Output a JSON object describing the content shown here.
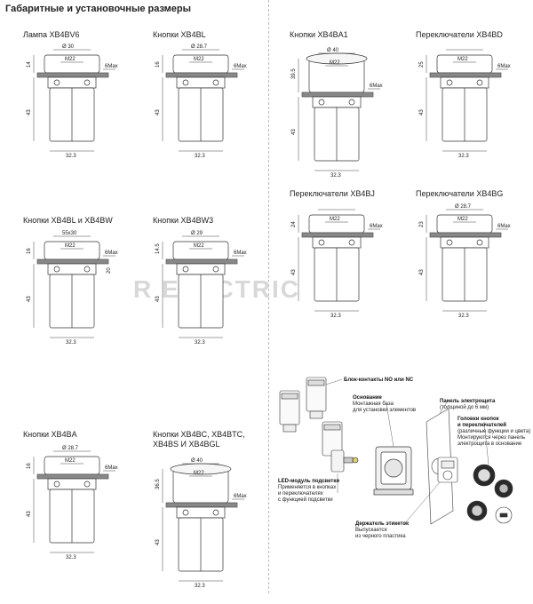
{
  "page_title": "Габаритные и установочные размеры",
  "watermark": "R   ELECTRIC",
  "common": {
    "m22": "M22",
    "max": "6Max",
    "h43": "43",
    "w323": "32.3"
  },
  "panels": [
    {
      "id": "p1",
      "title": "Лампа XB4BV6",
      "dia": "Ø 30",
      "h": "14"
    },
    {
      "id": "p2",
      "title": "Кнопки XB4BL",
      "dia": "Ø 28.7",
      "h": "16"
    },
    {
      "id": "p3",
      "title": "Кнопки XB4BA1",
      "dia": "Ø 40",
      "h": "39.5"
    },
    {
      "id": "p4",
      "title": "Переключатели XB4BD",
      "dia": "",
      "h": "25"
    },
    {
      "id": "p5",
      "title": "Кнопки XB4BL и XB4BW",
      "dia": "55x30",
      "h": "16",
      "extra": "20"
    },
    {
      "id": "p6",
      "title": "Кнопки XB4BW3",
      "dia": "Ø 29",
      "h": "14.5"
    },
    {
      "id": "p7",
      "title": "Переключатели XB4BJ",
      "dia": "",
      "h": "24"
    },
    {
      "id": "p8",
      "title": "Переключатели XB4BG",
      "dia": "Ø 28.7",
      "h": "23"
    },
    {
      "id": "p9",
      "title": "Кнопки XB4BA",
      "dia": "Ø 28.7",
      "h": "16"
    },
    {
      "id": "p10",
      "title": "Кнопки XB4BC, XB4BTC,",
      "title2": "XB4BS И XB4BGL",
      "dia": "Ø 40",
      "h": "36.5"
    }
  ],
  "exploded": {
    "contacts_title": "Блок-контакты NO или NC",
    "base_title": "Основание",
    "base_desc1": "Монтажная база",
    "base_desc2": "для установки элементов",
    "panel_title": "Панель электрощита",
    "panel_desc": "(толщиной до 6 мм)",
    "heads_title1": "Головки кнопок",
    "heads_title2": "и переключателей",
    "heads_desc1": "(различные функции и цвета)",
    "heads_desc2": "Монтируются через панель",
    "heads_desc3": "электрощита в основание",
    "led_title": "LED-модуль подсветки",
    "led_desc1": "Применяется в кнопках",
    "led_desc2": "и переключателях",
    "led_desc3": "с функцией подсветки",
    "holder_title": "Держатель этикеток",
    "holder_desc1": "Выпускается",
    "holder_desc2": "из черного пластика"
  }
}
